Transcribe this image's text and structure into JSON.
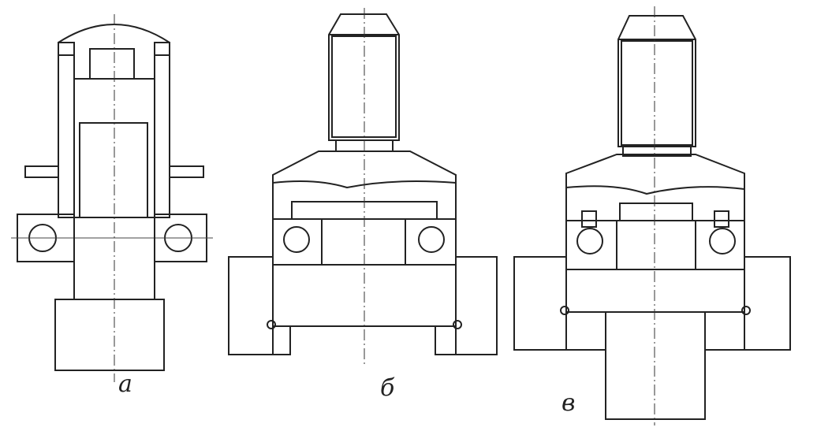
{
  "figures": [
    {
      "id": "a",
      "caption": "а"
    },
    {
      "id": "b",
      "caption": "б"
    },
    {
      "id": "v",
      "caption": "в"
    }
  ],
  "colors": {
    "ink": "#222222",
    "paper": "#ffffff",
    "hatch": "#333333"
  }
}
